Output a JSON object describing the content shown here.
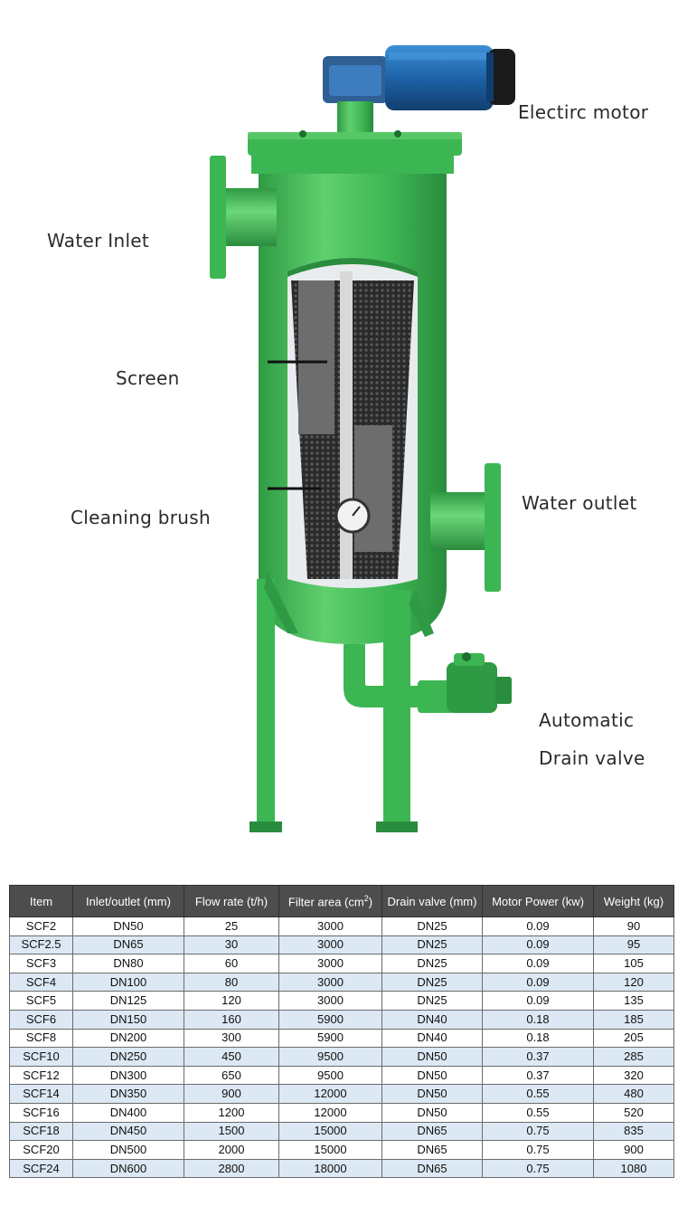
{
  "labels": {
    "motor": "Electirc motor",
    "inlet": "Water Inlet",
    "screen": "Screen",
    "brush": "Cleaning brush",
    "outlet": "Water outlet",
    "drain_line1": "Automatic",
    "drain_line2": "Drain valve"
  },
  "colors": {
    "body_green": "#3cb653",
    "motor_blue": "#1e63a8",
    "screen_dark": "#3a3a3a",
    "table_header": "#4d4d4d",
    "row_stripe": "#dce8f4"
  },
  "table": {
    "headers": {
      "item": "Item",
      "inlet": "Inlet/outlet (mm)",
      "flow": "Flow rate  (t/h)",
      "area": "Filter area (cm",
      "area_sup": "2",
      "area_close": ")",
      "drain": "Drain valve (mm)",
      "power": "Motor Power (kw)",
      "weight": "Weight (kg)"
    },
    "rows": [
      [
        "SCF2",
        "DN50",
        "25",
        "3000",
        "DN25",
        "0.09",
        "90"
      ],
      [
        "SCF2.5",
        "DN65",
        "30",
        "3000",
        "DN25",
        "0.09",
        "95"
      ],
      [
        "SCF3",
        "DN80",
        "60",
        "3000",
        "DN25",
        "0.09",
        "105"
      ],
      [
        "SCF4",
        "DN100",
        "80",
        "3000",
        "DN25",
        "0.09",
        "120"
      ],
      [
        "SCF5",
        "DN125",
        "120",
        "3000",
        "DN25",
        "0.09",
        "135"
      ],
      [
        "SCF6",
        "DN150",
        "160",
        "5900",
        "DN40",
        "0.18",
        "185"
      ],
      [
        "SCF8",
        "DN200",
        "300",
        "5900",
        "DN40",
        "0.18",
        "205"
      ],
      [
        "SCF10",
        "DN250",
        "450",
        "9500",
        "DN50",
        "0.37",
        "285"
      ],
      [
        "SCF12",
        "DN300",
        "650",
        "9500",
        "DN50",
        "0.37",
        "320"
      ],
      [
        "SCF14",
        "DN350",
        "900",
        "12000",
        "DN50",
        "0.55",
        "480"
      ],
      [
        "SCF16",
        "DN400",
        "1200",
        "12000",
        "DN50",
        "0.55",
        "520"
      ],
      [
        "SCF18",
        "DN450",
        "1500",
        "15000",
        "DN65",
        "0.75",
        "835"
      ],
      [
        "SCF20",
        "DN500",
        "2000",
        "15000",
        "DN65",
        "0.75",
        "900"
      ],
      [
        "SCF24",
        "DN600",
        "2800",
        "18000",
        "DN65",
        "0.75",
        "1080"
      ]
    ]
  }
}
